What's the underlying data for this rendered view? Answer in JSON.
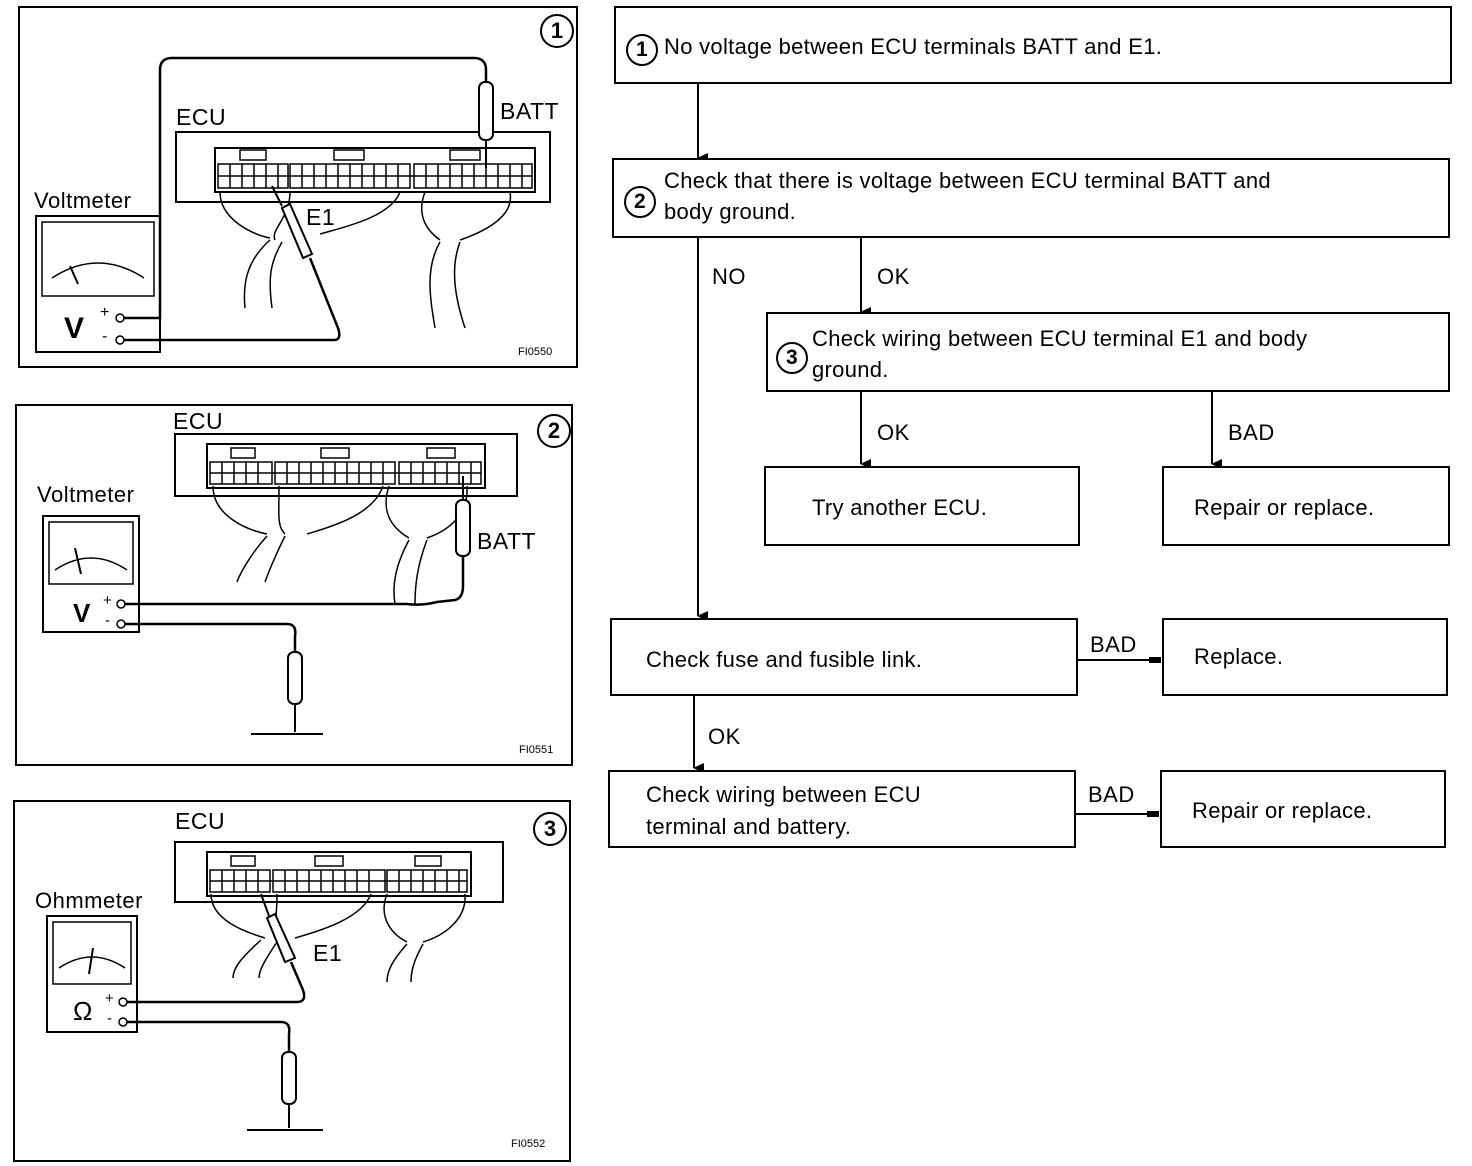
{
  "panels": [
    {
      "num": "1",
      "meter": "Voltmeter",
      "meter_symbol": "V",
      "ecu": "ECU",
      "probe_a": "BATT",
      "probe_b": "E1",
      "fig": "FI0550"
    },
    {
      "num": "2",
      "meter": "Voltmeter",
      "meter_symbol": "V",
      "ecu": "ECU",
      "probe_a": "BATT",
      "fig": "FI0551"
    },
    {
      "num": "3",
      "meter": "Ohmmeter",
      "meter_symbol": "Ω",
      "ecu": "ECU",
      "probe_b": "E1",
      "fig": "FI0552"
    }
  ],
  "meter_plus": "+",
  "meter_minus": "-",
  "flow": {
    "step1": {
      "num": "1",
      "text": "No voltage between ECU terminals BATT and E1."
    },
    "step2": {
      "num": "2",
      "line1": "Check that there is voltage between ECU terminal BATT and",
      "line2": "body ground."
    },
    "step3": {
      "num": "3",
      "line1": "Check wiring between ECU terminal E1 and body",
      "line2": "ground."
    },
    "try_ecu": "Try another ECU.",
    "repair1": "Repair or replace.",
    "fuse": "Check fuse and fusible link.",
    "replace": "Replace.",
    "wiring_line1": "Check wiring between ECU",
    "wiring_line2": "terminal and battery.",
    "repair2": "Repair or replace.",
    "labels": {
      "no": "NO",
      "ok": "OK",
      "bad": "BAD"
    }
  }
}
